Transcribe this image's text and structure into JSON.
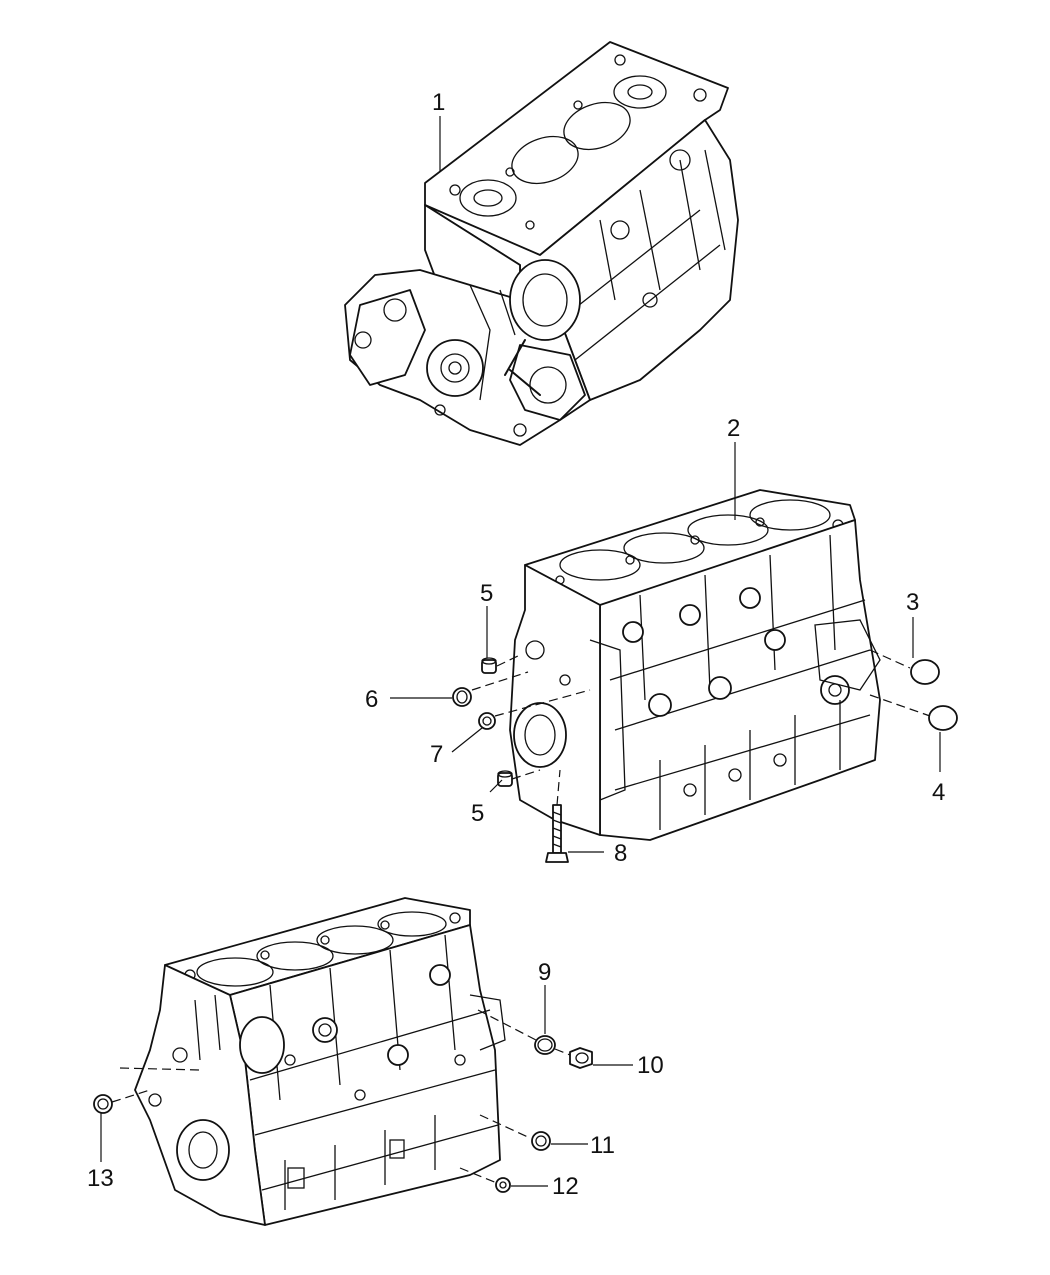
{
  "diagram": {
    "callouts": [
      {
        "id": "1",
        "text": "1"
      },
      {
        "id": "2",
        "text": "2"
      },
      {
        "id": "3",
        "text": "3"
      },
      {
        "id": "4",
        "text": "4"
      },
      {
        "id": "5a",
        "text": "5"
      },
      {
        "id": "5b",
        "text": "5"
      },
      {
        "id": "6",
        "text": "6"
      },
      {
        "id": "7",
        "text": "7"
      },
      {
        "id": "8",
        "text": "8"
      },
      {
        "id": "9",
        "text": "9"
      },
      {
        "id": "10",
        "text": "10"
      },
      {
        "id": "11",
        "text": "11"
      },
      {
        "id": "12",
        "text": "12"
      },
      {
        "id": "13",
        "text": "13"
      }
    ],
    "colors": {
      "ink": "#111111",
      "background": "#ffffff"
    }
  }
}
